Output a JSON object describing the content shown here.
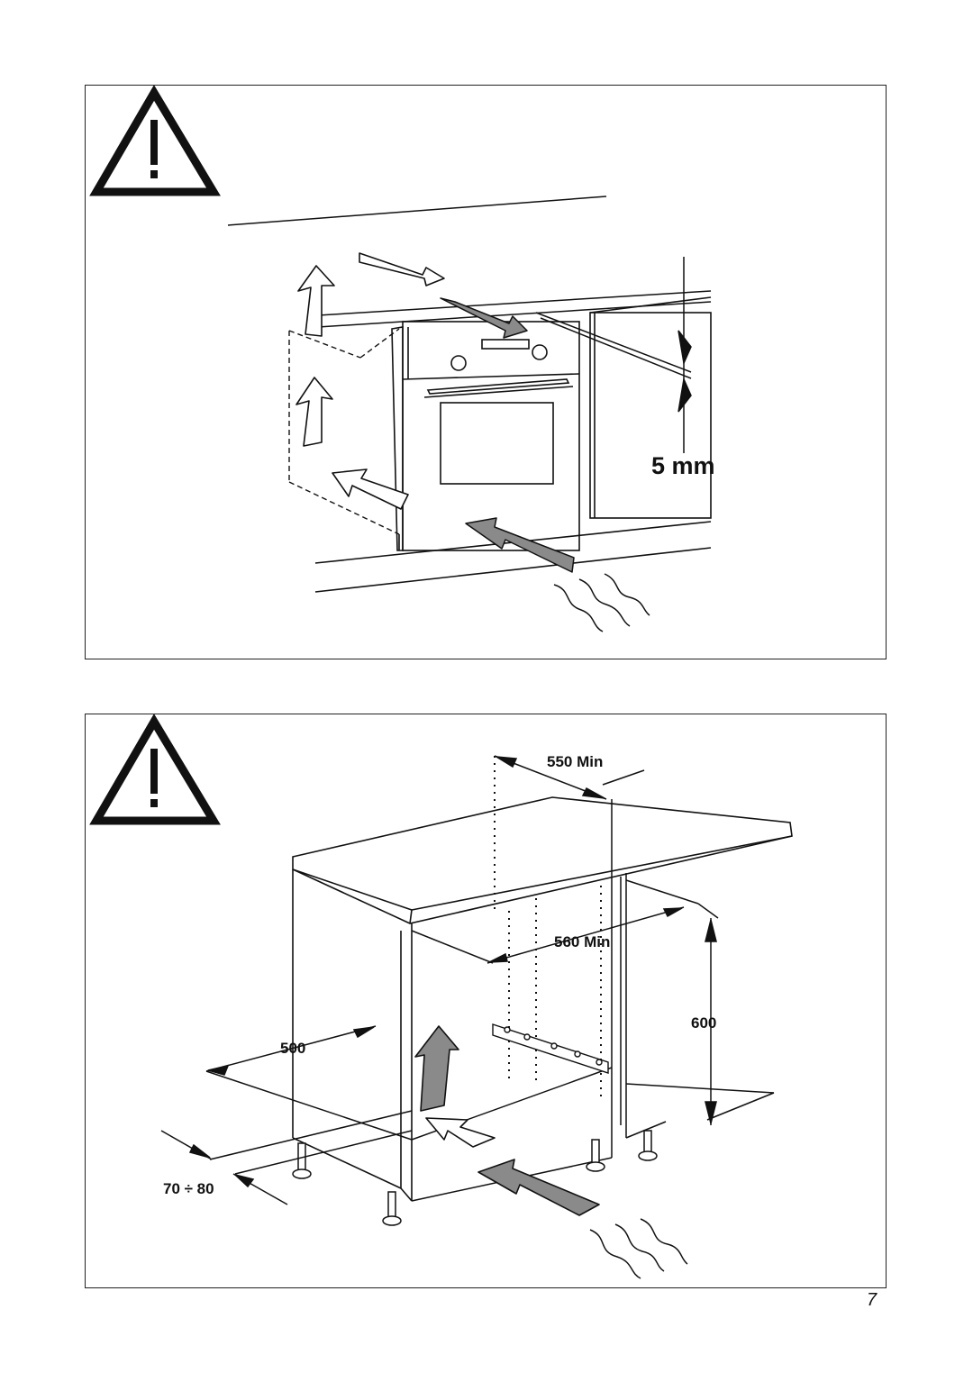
{
  "top_figure": {
    "gap_label": "5 mm"
  },
  "bottom_figure": {
    "dim_550": "550 Min",
    "dim_560": "560 Min",
    "dim_600": "600",
    "dim_500": "500",
    "dim_70_80": "70 ÷ 80"
  },
  "page_number": "7",
  "colors": {
    "line": "#111111",
    "arrow_fill_dark": "#8a8a8a",
    "arrow_fill_light": "#ffffff"
  }
}
